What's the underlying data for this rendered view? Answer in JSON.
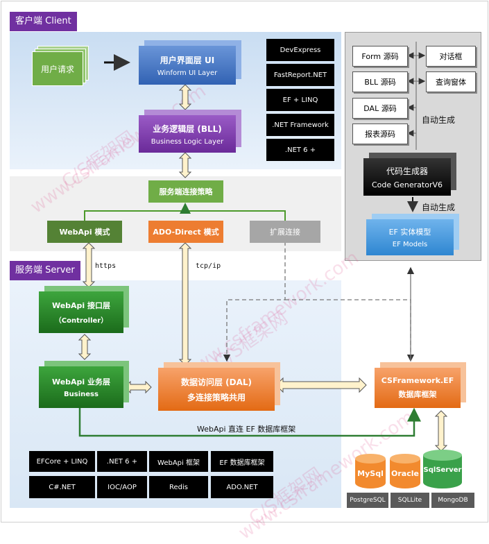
{
  "client": {
    "label": "客户端 Client"
  },
  "server": {
    "label": "服务端 Server"
  },
  "user_request": "用户请求",
  "ui_layer": {
    "title": "用户界面层 UI",
    "sub": "Winform UI Layer"
  },
  "bll_layer": {
    "title": "业务逻辑层 (BLL)",
    "sub": "Business Logic Layer"
  },
  "client_tags": [
    "DevExpress",
    "FastReport.NET",
    "EF + LINQ",
    ".NET Framework",
    ".NET 6 +"
  ],
  "strategy": "服务端连接策略",
  "modes": {
    "webapi": "WebApi 模式",
    "ado": "ADO-Direct 模式",
    "ext": "扩展连接"
  },
  "protocols": {
    "https": "https",
    "tcp": "tcp/ip"
  },
  "codegen_docs": {
    "form": "Form 源码",
    "bll": "BLL 源码",
    "dal": "DAL 源码",
    "report": "报表源码",
    "dialog": "对话框",
    "query": "查询窗体"
  },
  "auto_gen": "自动生成",
  "code_generator": {
    "title": "代码生成器",
    "sub": "Code GeneratorV6"
  },
  "ef_models": {
    "title": "EF 实体模型",
    "sub": "EF Models"
  },
  "controller": {
    "title": "WebApi 接口层",
    "sub": "（Controller）"
  },
  "business": {
    "title": "WebApi  业务层",
    "sub": "Business"
  },
  "dal": {
    "title": "数据访问层 (DAL)",
    "sub": "多连接策略共用"
  },
  "ef_framework": {
    "title": "CSFramework.EF",
    "sub": "数据库框架"
  },
  "direct_link": "WebApi 直连 EF 数据库框架",
  "server_tags": [
    "EFCore + LINQ",
    ".NET 6 +",
    "WebApi 框架",
    "EF 数据库框架",
    "C#.NET",
    "IOC/AOP",
    "Redis",
    "ADO.NET"
  ],
  "databases": [
    "MySql",
    "Oracle",
    "SqlServer"
  ],
  "db_tags": [
    "PostgreSQL",
    "SQLLite",
    "MongoDB"
  ],
  "watermarks": [
    "www.csframework.com",
    "C/S框架网"
  ],
  "colors": {
    "purple": "#7030a0",
    "blue": "#4472c4",
    "green": "#2e8b2e",
    "orange": "#ed7d31",
    "gray": "#a6a6a6"
  }
}
